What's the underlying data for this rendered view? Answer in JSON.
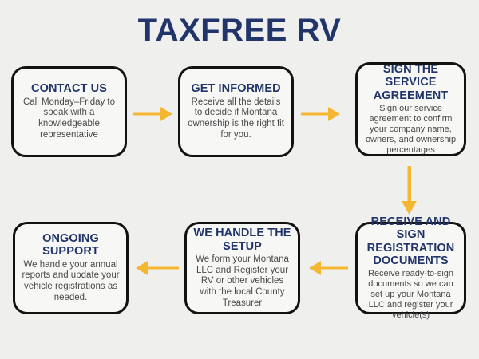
{
  "page": {
    "title": "TAXFREE RV",
    "background_color": "#efefee",
    "brand_navy": "#21356a",
    "arrow_color": "#f5b731",
    "box_border_color": "#121212",
    "box_fill_color": "#f7f7f6",
    "body_text_color": "#4a4a4a"
  },
  "flow": {
    "steps": [
      {
        "id": "contact-us",
        "heading": "CONTACT US",
        "body": "Call Monday–Friday to speak with a knowledgeable representative"
      },
      {
        "id": "get-informed",
        "heading": "GET INFORMED",
        "body": "Receive all the details to decide if Montana ownership is the right fit for you."
      },
      {
        "id": "sign-the-service-agreement",
        "heading": "SIGN THE SERVICE AGREEMENT",
        "body": "Sign our service agreement to confirm your company name, owners, and ownership percentages"
      },
      {
        "id": "receive-and-sign-registration-documents",
        "heading": "RECEIVE AND SIGN REGISTRATION DOCUMENTS",
        "body": "Receive ready-to-sign documents so we can set up your Montana LLC and register your vehicle(s)"
      },
      {
        "id": "we-handle-the-setup",
        "heading": "WE HANDLE THE SETUP",
        "body": "We form your Montana LLC and Register your RV or other vehicles with the local County Treasurer"
      },
      {
        "id": "ongoing-support",
        "heading": "ONGOING SUPPORT",
        "body": "We handle your annual reports and update your vehicle registrations as needed."
      }
    ],
    "connectors": [
      {
        "id": "contact-to-informed",
        "direction": "right"
      },
      {
        "id": "informed-to-sign",
        "direction": "right"
      },
      {
        "id": "sign-to-receive",
        "direction": "down"
      },
      {
        "id": "receive-to-setup",
        "direction": "left"
      },
      {
        "id": "setup-to-ongoing",
        "direction": "left"
      }
    ]
  }
}
